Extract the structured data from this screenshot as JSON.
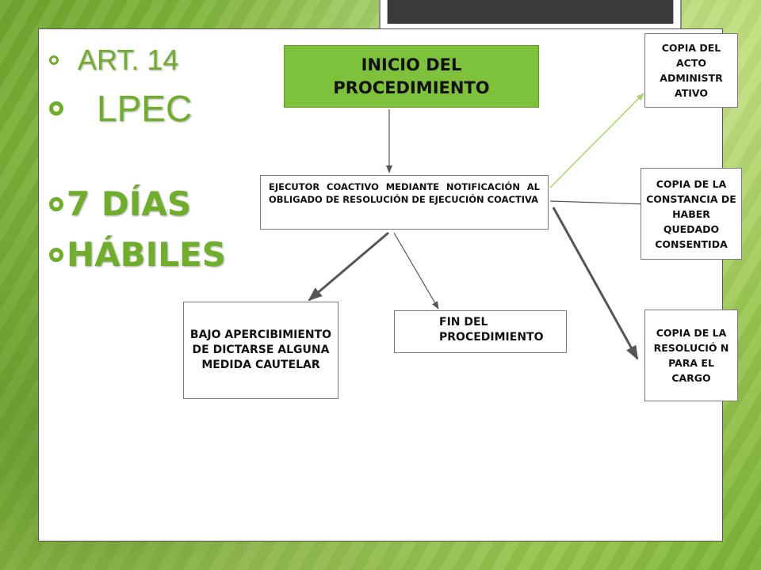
{
  "bullets": {
    "art": "ART. 14",
    "law": "LPEC",
    "days": "7 DÍAS",
    "working": "HÁBILES"
  },
  "flow": {
    "start": "INICIO DEL PROCEDIMIENTO",
    "ejecutor": "EJECUTOR COACTIVO MEDIANTE NOTIFICACIÓN AL OBLIGADO DE RESOLUCIÓN DE EJECUCIÓN COACTIVA",
    "bajo": "BAJO APERCIBIMIENTO DE DICTARSE ALGUNA MEDIDA CAUTELAR",
    "fin": "FIN DEL PROCEDIMIENTO",
    "copia_acto": "COPIA DEL ACTO ADMINISTR ATIVO",
    "copia_constancia": "COPIA DE LA CONSTANCIA DE HABER QUEDADO CONSENTIDA",
    "copia_resolucion": "COPIA DE LA RESOLUCIÓ N PARA EL CARGO"
  },
  "colors": {
    "accent_green": "#6fae2a",
    "start_fill": "#7ec13a",
    "light_arrow": "#a6d66a",
    "dark_arrow": "#555555"
  }
}
